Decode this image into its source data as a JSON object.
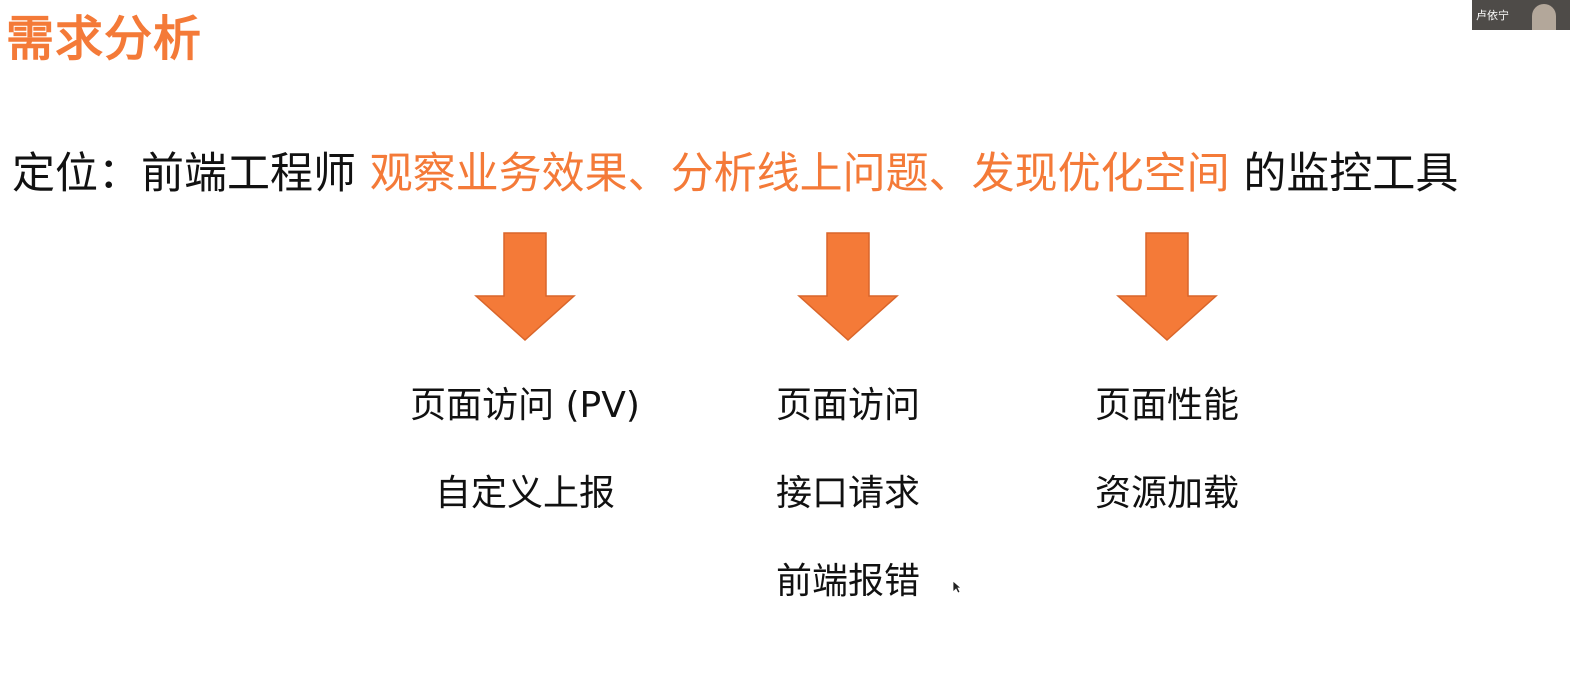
{
  "slide": {
    "title": "需求分析",
    "positioning": {
      "prefix": "定位：前端工程师 ",
      "highlight": "观察业务效果、分析线上问题、发现优化空间",
      "suffix": " 的监控工具"
    },
    "columns": [
      {
        "items": [
          "页面访问 (PV)",
          "自定义上报"
        ]
      },
      {
        "items": [
          "页面访问",
          "接口请求",
          "前端报错"
        ]
      },
      {
        "items": [
          "页面性能",
          "资源加载"
        ]
      }
    ]
  },
  "video": {
    "participant_name": "卢依宁"
  },
  "colors": {
    "accent": "#f47a38",
    "text": "#111111",
    "background": "#ffffff"
  },
  "icons": {
    "arrow": "arrow-down-icon",
    "cursor": "mouse-cursor-icon"
  }
}
